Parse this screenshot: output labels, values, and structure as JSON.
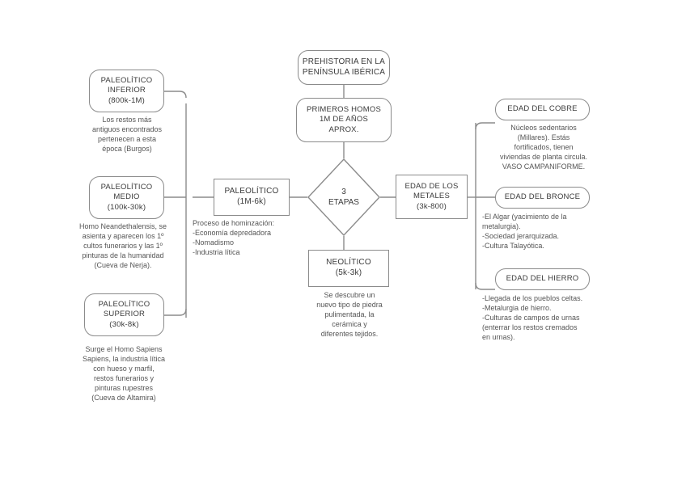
{
  "diagram": {
    "title_node": {
      "label": "PREHISTORIA EN LA\nPENÍNSULA IBÉRICA"
    },
    "nodes": {
      "primeros_homos": {
        "label": "PRIMEROS HOMOS\n1M DE AÑOS\nAPROX."
      },
      "etapas": {
        "label": "3\nETAPAS"
      },
      "paleolitico": {
        "label": "PALEOLÍTICO\n(1M-6k)"
      },
      "neolitico": {
        "label": "NEOLÍTICO\n(5k-3k)"
      },
      "edad_metales": {
        "label": "EDAD DE LOS\nMETALES\n(3k-800)"
      },
      "paleolitico_inferior": {
        "label": "PALEOLÍTICO\nINFERIOR\n(800k-1M)"
      },
      "paleolitico_medio": {
        "label": "PALEOLÍTICO\nMEDIO\n(100k-30k)"
      },
      "paleolitico_superior": {
        "label": "PALEOLÍTICO\nSUPERIOR\n(30k-8k)"
      },
      "edad_cobre": {
        "label": "EDAD DEL COBRE"
      },
      "edad_bronce": {
        "label": "EDAD DEL BRONCE"
      },
      "edad_hierro": {
        "label": "EDAD DEL HIERRO"
      }
    },
    "notes": {
      "paleolitico_inferior_note": "Los restos más\nantiguos encontrados\npertenecen a esta\népoca (Burgos)",
      "paleolitico_medio_note": "Homo Neandethalensis, se\nasienta y aparecen los 1º\ncultos funerarios y las 1º\npinturas de la humanidad\n(Cueva de Nerja).",
      "paleolitico_superior_note": "Surge el Homo Sapiens\nSapiens, la industria lítica\ncon hueso y marfil,\nrestos funerarios y\npinturas rupestres\n(Cueva de Altamira)",
      "paleolitico_note": "Proceso de hominzación:\n-Economía depredadora\n-Nomadismo\n-Industria lítica",
      "neolitico_note": "Se descubre un\nnuevo tipo de piedra\npulimentada, la\ncerámica y\ndiferentes tejidos.",
      "edad_cobre_note": "Núcleos sedentarios\n(Millares). Estás\nfortificados, tienen\nviviendas de planta circula.\nVASO CAMPANIFORME.",
      "edad_bronce_note": "-El Algar (yacimiento de la\nmetalurgia).\n-Sociedad jerarquizada.\n-Cultura Talayótica.",
      "edad_hierro_note": "-Llegada de los pueblos celtas.\n-Metalurgia de hierro.\n-Culturas de campos de urnas\n(enterrar los restos cremados\nen urnas)."
    },
    "colors": {
      "background": "#ffffff",
      "node_border": "#8b8b8b",
      "node_text": "#3a3a3a",
      "note_text": "#555555",
      "connector": "#8b8b8b"
    }
  }
}
